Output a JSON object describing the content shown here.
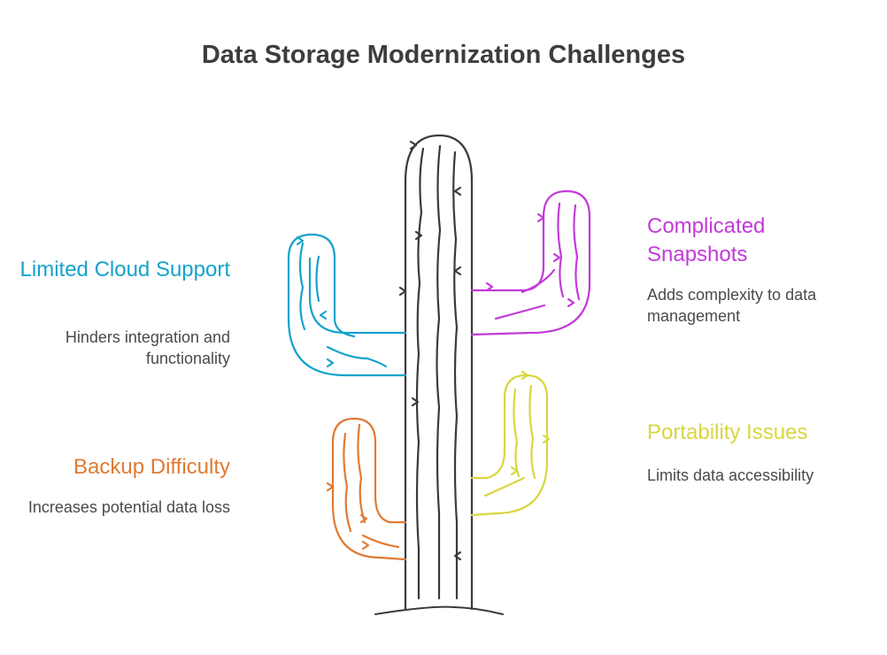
{
  "title": "Data Storage Modernization Challenges",
  "colors": {
    "trunk": "#3a3a3a",
    "cloud": "#14a3cc",
    "backup": "#e07a33",
    "snapshots": "#c23ad9",
    "portability": "#d9d640"
  },
  "items": {
    "cloud": {
      "label": "Limited Cloud Support",
      "description": "Hinders integration and functionality"
    },
    "backup": {
      "label": "Backup Difficulty",
      "description": "Increases potential data loss"
    },
    "snapshots": {
      "label": "Complicated Snapshots",
      "description": "Adds complexity to data management"
    },
    "portability": {
      "label": "Portability Issues",
      "description": "Limits data accessibility"
    }
  }
}
